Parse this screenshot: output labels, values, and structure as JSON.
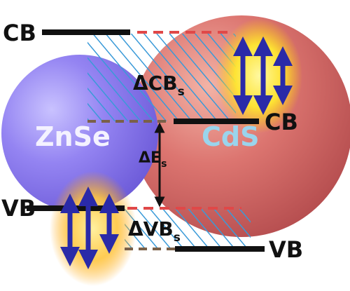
{
  "labels": {
    "cb_left": "CB",
    "vb_left": "VB",
    "cb_right": "CB",
    "vb_right": "VB",
    "znse": "ZnSe",
    "cds": "CdS",
    "delta_cb_main": "ΔCB",
    "delta_cb_sub": "s",
    "delta_e_main": "ΔE",
    "delta_e_sub": "s",
    "delta_vb_main": "ΔVB",
    "delta_vb_sub": "s"
  },
  "colors": {
    "znse_sphere": "#8f7ff0",
    "cds_sphere": "#d96b66",
    "band_line": "#111111",
    "dashed_red": "#e04848",
    "dashed_brown": "#7a6048",
    "hatch": "#3a9ad8",
    "arrow": "#2a2aa8",
    "glow": "#ffe83a"
  }
}
